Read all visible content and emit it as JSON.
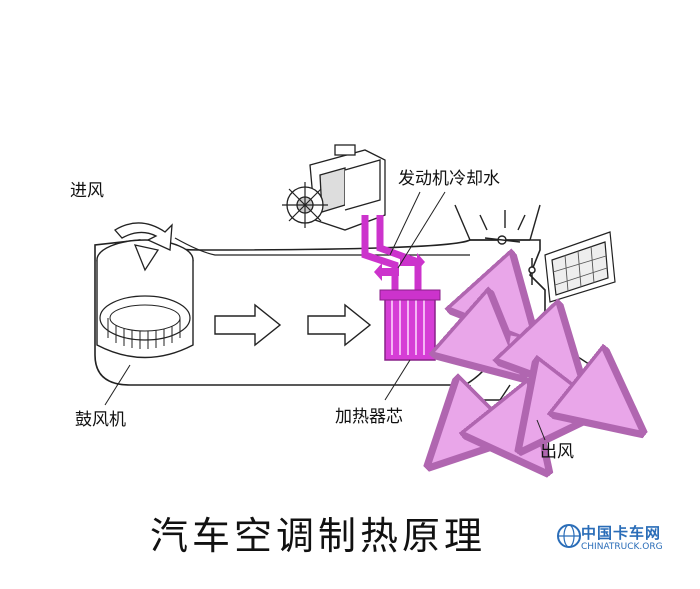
{
  "labels": {
    "intake": "进风",
    "blower": "鼓风机",
    "coolant": "发动机冷却水",
    "heater_core": "加热器芯",
    "outlet": "出风"
  },
  "caption": "汽车空调制热原理",
  "watermark": {
    "cn": "中国卡车网",
    "en": "CHINATRUCK.ORG"
  },
  "colors": {
    "hot": "#cc33cc",
    "hot_light": "#e9a6e9",
    "line": "#222222"
  }
}
